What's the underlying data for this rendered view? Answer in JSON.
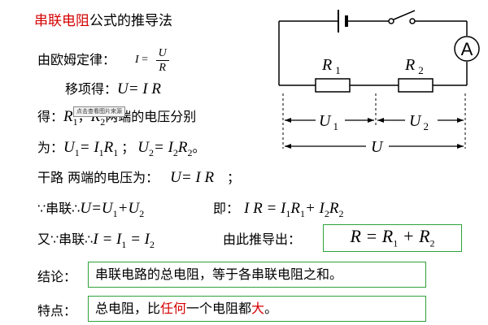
{
  "title": {
    "highlight": "串联电阻",
    "rest": "公式的推导法"
  },
  "ohm_law": {
    "label": "由欧姆定律：",
    "lhs": "I",
    "eq": " = ",
    "numerator": "U",
    "denominator": "R"
  },
  "rearranged": {
    "label": "移项得：",
    "formula": "U= I R"
  },
  "voltage_line": {
    "label": "得：",
    "r1": "R",
    "r1_sub": "1",
    "sep": "，",
    "r2": "R",
    "r2_sub": "2",
    "text": "两端的电压分别"
  },
  "tooltip": "点击查看图片来源",
  "wei_line": {
    "label": "为：",
    "u1": "U",
    "u1_sub": "1",
    "eq1": "= I",
    "i1_sub": "1",
    "r1": "R",
    "r1_sub": "1",
    "sep": "；",
    "u2": "U",
    "u2_sub": "2",
    "eq2": "= I",
    "i2_sub": "2",
    "r2": "R",
    "r2_sub": "2",
    "end": "。"
  },
  "trunk_line": {
    "label": "干路 两端的电压为：",
    "formula": "U= I R",
    "end": "；"
  },
  "series_line1": {
    "label": "∵串联∴",
    "u": "U",
    "eq": "=U",
    "u1_sub": "1",
    "plus": "+U",
    "u2_sub": "2",
    "ji": "即：",
    "ir": "I R = I",
    "ir_sub": "1",
    "r1": "R",
    "r1_sub": "1",
    "plus2": "+ I",
    "i2_sub": "2",
    "r2": "R",
    "r2_sub": "2"
  },
  "series_line2": {
    "label": "又∵串联∴",
    "i": "I",
    "eq": " = I",
    "i1_sub": "1",
    "eq2": " = I",
    "i2_sub": "2",
    "derive": "由此推导出："
  },
  "result_formula": {
    "lhs": "R",
    "eq": "= R",
    "r1_sub": "1",
    "plus": "+ R",
    "r2_sub": "2"
  },
  "conclusion": {
    "label": "结论：",
    "text": "串联电路的总电阻，等于各串联电阻之和。"
  },
  "feature": {
    "label": "特点：",
    "part1": "总电阻，比",
    "highlight1": "任何",
    "part2": "一个电阻都",
    "highlight2": "大",
    "part3": "。"
  },
  "circuit": {
    "ammeter": "A",
    "r1_label": "R",
    "r1_sub": "1",
    "r2_label": "R",
    "r2_sub": "2",
    "u1_label": "U",
    "u1_sub": "1",
    "u2_label": "U",
    "u2_sub": "2",
    "u_label": "U"
  },
  "colors": {
    "accent_red": "#d40000",
    "box_green": "#2ea23a"
  }
}
